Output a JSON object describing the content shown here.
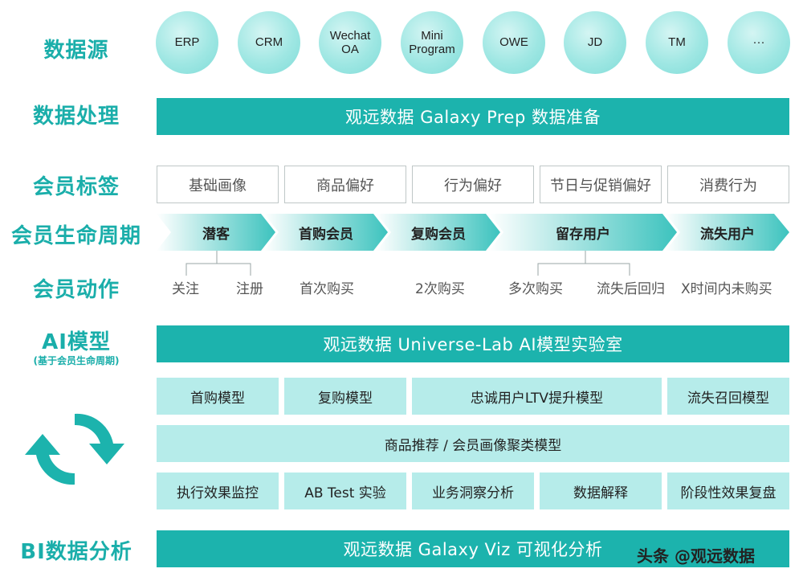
{
  "labels": {
    "sources": "数据源",
    "processing": "数据处理",
    "tags": "会员标签",
    "lifecycle": "会员生命周期",
    "actions": "会员动作",
    "ai": "AI模型",
    "ai_sub": "(基于会员生命周期)",
    "bi": "BI数据分析"
  },
  "sources": [
    "ERP",
    "CRM",
    "Wechat\nOA",
    "Mini\nProgram",
    "OWE",
    "JD",
    "TM",
    "···"
  ],
  "processing_bar": "观远数据 Galaxy Prep 数据准备",
  "tags": [
    "基础画像",
    "商品偏好",
    "行为偏好",
    "节日与促销偏好",
    "消费行为"
  ],
  "stages": [
    "潜客",
    "首购会员",
    "复购会员",
    "留存用户",
    "流失用户"
  ],
  "actions": [
    "关注",
    "注册",
    "首次购买",
    "2次购买",
    "多次购买",
    "流失后回归",
    "X时间内未购买"
  ],
  "ai_bar": "观远数据 Universe-Lab AI模型实验室",
  "models_row1": [
    "首购模型",
    "复购模型",
    "忠诚用户LTV提升模型",
    "流失召回模型"
  ],
  "models_row2": "商品推荐 / 会员画像聚类模型",
  "models_row3": [
    "执行效果监控",
    "AB Test 实验",
    "业务洞察分析",
    "数据解释",
    "阶段性效果复盘"
  ],
  "bi_bar": "观远数据 Galaxy Viz 可视化分析",
  "watermark": "头条 @观远数据",
  "colors": {
    "accent": "#1cb3ad",
    "light": "#b6ecea",
    "label": "#1aaeaa"
  }
}
